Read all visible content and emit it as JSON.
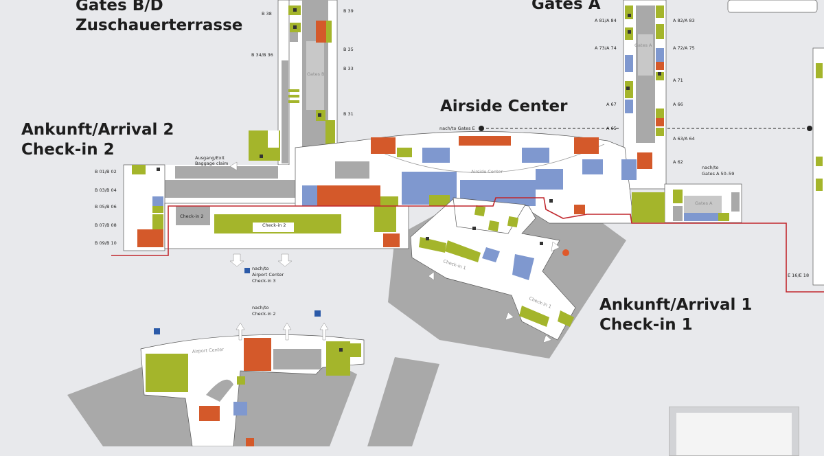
{
  "headings": {
    "gates_bd": [
      "Gates B/D",
      "Zuschauerterrasse"
    ],
    "gates_a": "Gates A",
    "airside_center": "Airside Center",
    "arrival2": [
      "Ankunft/Arrival 2",
      "Check-in 2"
    ],
    "arrival1": [
      "Ankunft/Arrival 1",
      "Check-in 1"
    ]
  },
  "gate_labels": {
    "b38": "B 38",
    "b39": "B 39",
    "b34_36": "B 34/B 36",
    "b35": "B 35",
    "b33": "B 33",
    "b31": "B 31",
    "a81_84": "A 81/A 84",
    "a82_83": "A 82/A 83",
    "a73_74": "A 73/A 74",
    "a72_75": "A 72/A 75",
    "a71": "A 71",
    "a67": "A 67",
    "a66": "A 66",
    "a65": "A 65",
    "a63_64": "A 63/A 64",
    "a62": "A 62",
    "b01_02": "B 01/B 02",
    "b03_04": "B 03/B 04",
    "b05_06": "B 05/B 06",
    "b07_08": "B 07/B 08",
    "b09_10": "B 09/B 10",
    "e16_18": "E 16/E 18"
  },
  "zone_labels": {
    "gates_b": "Gates B",
    "gates_a_top": "Gates A",
    "gates_a_right": "Gates A",
    "airside_center": "Airside Center",
    "check_in_2_left": "Check-in 2",
    "check_in_2_mid": "Check-in 2",
    "check_in_1_left": "Check-in 1",
    "check_in_1_right": "Check-in 1",
    "airport_center": "Airport Center"
  },
  "signs": {
    "nach_gates_e": "nach/to Gates E",
    "ausgang": [
      "Ausgang/Exit",
      "Baggage claim"
    ],
    "nach_gates_a": [
      "nach/to",
      "Gates A 50–59"
    ],
    "nach_airport_center": [
      "nach/to",
      "Airport Center",
      "Check-in 3"
    ],
    "nach_check_in_2": [
      "nach/to",
      "Check-in 2"
    ]
  },
  "icons": [
    "info-icon",
    "toilet-icon",
    "elevator-icon",
    "parking-icon",
    "train-icon",
    "shop-icon",
    "restaurant-icon",
    "passage-arrow-icon",
    "location-dot-icon"
  ],
  "colors": {
    "background": "#e8e9ec",
    "walkway": "#ffffff",
    "building_grey": "#a9a9a9",
    "restaurant_orange": "#d4592a",
    "shop_green": "#a4b52b",
    "service_blue": "#7f98cf",
    "boundary_red": "#c1272d",
    "location_dot": "#e0592a"
  }
}
